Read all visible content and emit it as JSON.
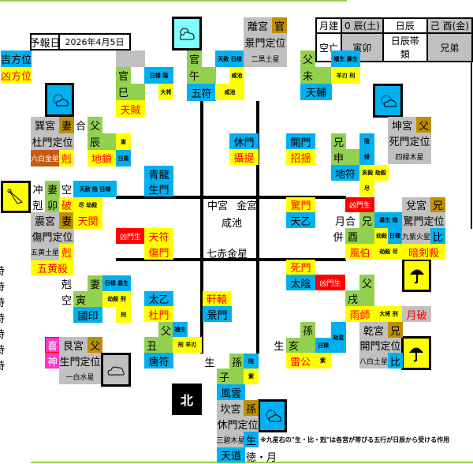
{
  "header": {
    "forecast_label": "予報日",
    "date": "2026年4月5日",
    "lucky": "吉方位",
    "unlucky": "凶方位"
  },
  "info": {
    "r1": [
      "月建",
      "0 辰(土)",
      "日辰",
      "己 酉(金)"
    ],
    "r2": [
      "空亡",
      "寅卯",
      "日辰帯類",
      "兄弟"
    ]
  },
  "center": {
    "palace": "中宮",
    "metal": "金宮",
    "xianchi": "咸池",
    "star": "七赤金星"
  },
  "north": "北",
  "side_time": "時",
  "se": {
    "a": "官",
    "b": "巳",
    "c": "日禄 陽",
    "d": "大将",
    "e": "天賊",
    "palace": "巽宮",
    "rel": "妻",
    "he": "合",
    "fu": "父",
    "gate": "杜門定位",
    "star": "六白金星",
    "ke": "剋",
    "chen": "辰",
    "hai": "害",
    "disuo": "地鎖",
    "rima": "日馬"
  },
  "s": {
    "a": "官",
    "b": "午",
    "c": "五符",
    "d": "天赦 日禄",
    "e": "咸池",
    "f": "咸池",
    "palace": "離宮",
    "rel": "官",
    "gate": "景門定位",
    "star": "二黒土星"
  },
  "sw": {
    "a": "父",
    "b": "未",
    "c": "福生 暴生",
    "d": "羊刃 刑",
    "e": "天輔",
    "palace": "坤宮",
    "rel": "父",
    "gate": "死門定位",
    "star": "四緑木星",
    "xiong": "兄",
    "shen": "申",
    "yin": "陰",
    "gui": "帰",
    "difu": "地符",
    "sha": "亥殺 劫殺",
    "jin": "尽"
  },
  "inner": {
    "qinglong": "青龍",
    "shengmen": "生門",
    "xiumen": "休門",
    "sheti": "攝提",
    "kaimen": "開門",
    "zhaoyao": "招揺",
    "xiongmen": "凶門生",
    "tianfu": "天符",
    "shangmen": "傷門",
    "jingmen": "驚門",
    "tianyi": "天乙",
    "simen": "死門",
    "taiyin": "太陰",
    "taiyi": "太乙",
    "dumen": "杜門",
    "xuanyuan": "軒轅",
    "jingmen2": "景門"
  },
  "e": {
    "chong": "冲",
    "qi": "妻",
    "kong": "空",
    "mao": "卯",
    "blue": "天赦 陰 日禄",
    "ke": "剋",
    "po": "破",
    "yel": "尽 劫殺",
    "palace": "震宮",
    "rel": "妻",
    "tianguan": "天関",
    "gate": "傷門定位",
    "star": "五黄土星",
    "ke2": "剋",
    "wuhuang": "五黄殺"
  },
  "ne": {
    "ke": "剋",
    "kong": "空",
    "qi": "妻",
    "yin": "寅",
    "blue": "日禄 暴生",
    "yel": "劫殺 刑",
    "guoyin": "國印",
    "xing": "刑",
    "fu": "父",
    "fusheng": "福生",
    "chou": "丑",
    "yel2": "刑 羊刃",
    "tangfu": "唐符",
    "xi": "喜",
    "shen": "神",
    "palace": "艮宮",
    "rel": "父",
    "gate": "生門定位",
    "star": "一白水星"
  },
  "n": {
    "sheng": "生",
    "sun": "孫",
    "yin": "陰",
    "zi": "子",
    "zi_y": "紫",
    "fengyun": "風雲",
    "palace": "坎宮",
    "rel": "孫",
    "gate": "休門定位",
    "star": "三碧木星",
    "bi": "生",
    "tiandao": "天道",
    "de": "徳・月",
    "note": "※九星右の\"生・比・剋\"は各宮が帯びる五行が日辰から受ける作用"
  },
  "nw": {
    "sheng": "生",
    "sun": "孫",
    "hai": "亥",
    "rilu": "日禄",
    "jiexing": "劫星",
    "leigong": "雷公",
    "zi": "紫",
    "yushi": "雨師",
    "yel": "大将 刑",
    "yuepo": "月破",
    "palace": "乾宮",
    "rel": "兄",
    "gate": "開門定位",
    "star": "八白土星",
    "bi": "比",
    "fu": "父",
    "xu": "戌",
    "xiongmen": "凶門生"
  },
  "w": {
    "xiongmen": "凶門生",
    "yuehe": "月合",
    "xiong": "兄",
    "blue": "暴生 陰",
    "bing": "併",
    "you": "酉",
    "sha": "劫殺",
    "rilu": "日禄",
    "palace": "兌宮",
    "rel": "兄",
    "gate": "驚門定位",
    "star": "九紫火星",
    "bi": "比",
    "fengbo": "風伯",
    "yel": "劫殺 尽",
    "anjian": "暗剣殺"
  },
  "colors": {
    "blue": "#00b0f0",
    "yellow": "#ffff00",
    "green": "#92d050",
    "gray": "#c0c0c0",
    "gold": "#bf8f00",
    "red": "#ff0000"
  }
}
